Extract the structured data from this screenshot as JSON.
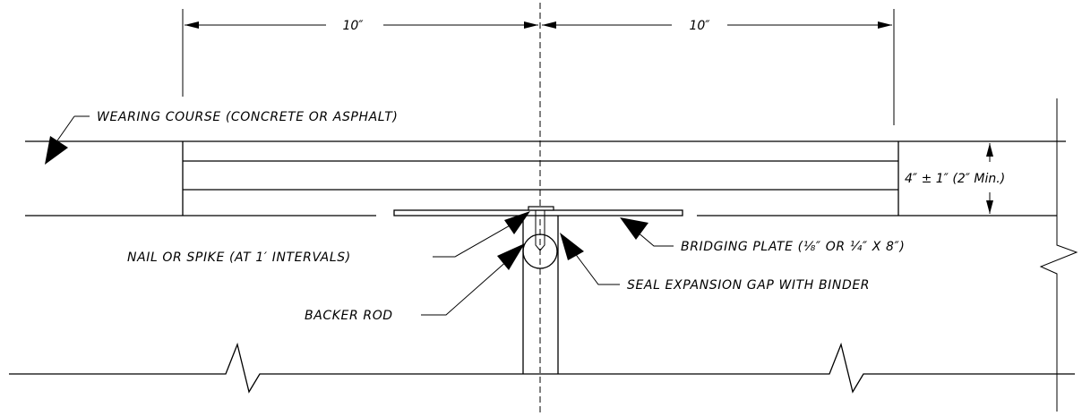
{
  "dimensions": {
    "left_width": "10″",
    "right_width": "10″",
    "thickness": "4″ ± 1″ (2″ Min.)"
  },
  "labels": {
    "wearing_course": "WEARING COURSE (CONCRETE OR ASPHALT)",
    "nail": "NAIL OR SPIKE (AT 1′ INTERVALS)",
    "backer_rod": "BACKER ROD",
    "bridging_plate": "BRIDGING PLATE (⅛″ OR ¼″ X 8″)",
    "seal": "SEAL EXPANSION GAP WITH BINDER"
  }
}
